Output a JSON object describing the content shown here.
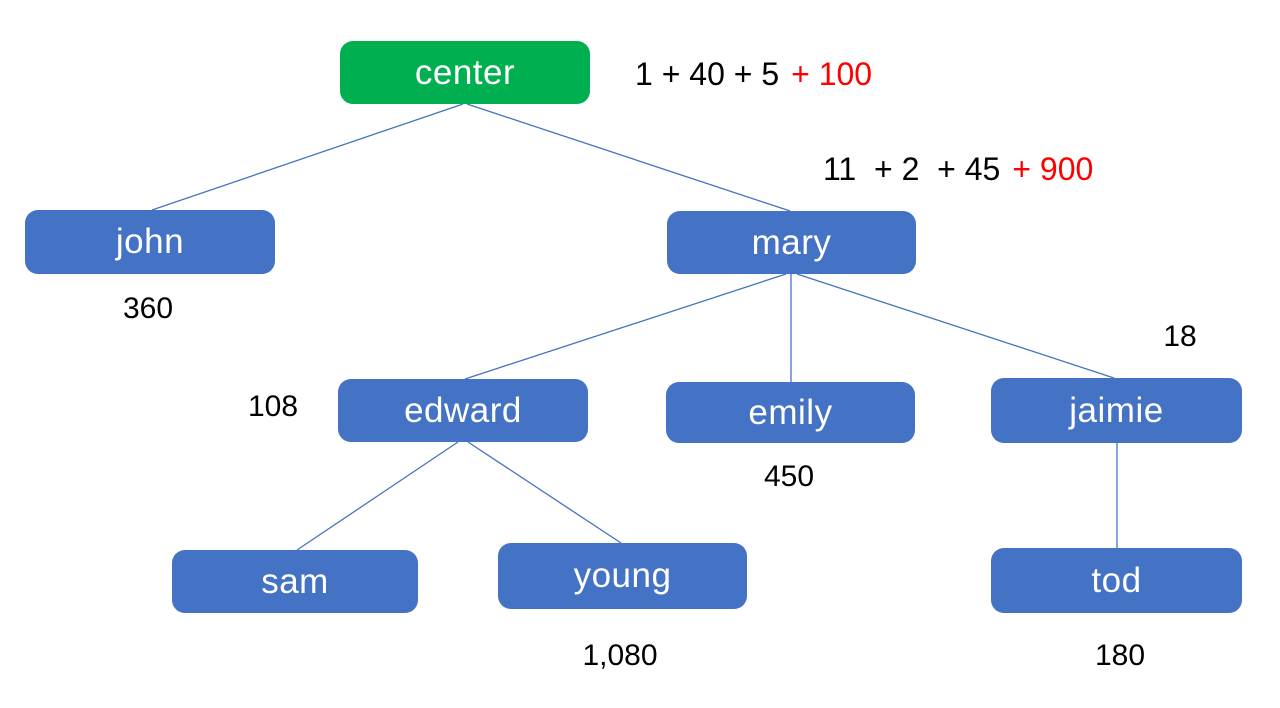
{
  "colors": {
    "root_fill": "#00B050",
    "node_fill": "#4472C4",
    "node_text": "#FFFFFF",
    "value_text": "#000000",
    "extra_text": "#FF0000",
    "connector": "#4472C4",
    "background": "#FFFFFF"
  },
  "nodes": {
    "center": {
      "label": "center"
    },
    "john": {
      "label": "john",
      "value": "360"
    },
    "mary": {
      "label": "mary"
    },
    "edward": {
      "label": "edward",
      "value": "108"
    },
    "emily": {
      "label": "emily",
      "value": "450"
    },
    "jaimie": {
      "label": "jaimie",
      "value": "18"
    },
    "sam": {
      "label": "sam"
    },
    "young": {
      "label": "young",
      "value": "1,080"
    },
    "tod": {
      "label": "tod",
      "value": "180"
    }
  },
  "annotations": {
    "center": {
      "base": "1 + 40 + 5",
      "extra": "+ 100"
    },
    "mary": {
      "base": "11  + 2  + 45",
      "extra": "+ 900"
    }
  },
  "tree_edges": [
    "center-john",
    "center-mary",
    "mary-edward",
    "mary-emily",
    "mary-jaimie",
    "edward-sam",
    "edward-young",
    "jaimie-tod"
  ]
}
